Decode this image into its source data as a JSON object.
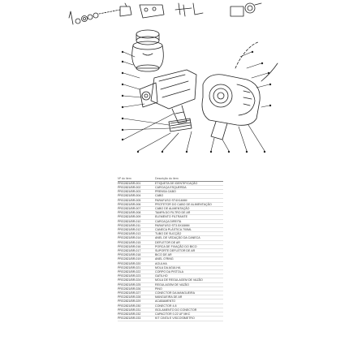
{
  "table": {
    "headers": {
      "code": "Nº do item",
      "description": "Descrição do item"
    },
    "rows": [
      {
        "code": "PRG2821/BR-001",
        "description": "ETIQUETA DE IDENTIFICAÇÃO"
      },
      {
        "code": "PRG2821/BR-002",
        "description": "CARCAÇA ESQUERDA"
      },
      {
        "code": "PRG2821/BR-003",
        "description": "PRENSA CABO"
      },
      {
        "code": "PRG2821/BR-004",
        "description": "CABO"
      },
      {
        "code": "PRG2821/BR-005",
        "description": "PARAFUSO ST4X14MM"
      },
      {
        "code": "PRG2821/BR-006",
        "description": "PROTETOR DO CABO DE ALIMENTAÇÃO"
      },
      {
        "code": "PRG2821/BR-007",
        "description": "CABO DE ALIMENTAÇÃO"
      },
      {
        "code": "PRG2821/BR-008",
        "description": "TAMPA DO FILTRO DE AR"
      },
      {
        "code": "PRG2821/BR-009",
        "description": "ELEMENTO FILTRANTE"
      },
      {
        "code": "PRG2821/BR-010",
        "description": "CARCAÇA DIREITA"
      },
      {
        "code": "PRG2821/BR-011",
        "description": "PARAFUSO ST3.5X16MM"
      },
      {
        "code": "PRG2821/BR-012",
        "description": "CANECA PLÁSTICA 700ML"
      },
      {
        "code": "PRG2821/BR-013",
        "description": "TUBO DE SUCÇÃO"
      },
      {
        "code": "PRG2821/BR-014",
        "description": "ANEL DE VEDAÇÃO DA CANECA"
      },
      {
        "code": "PRG2821/BR-015",
        "description": "DEFLETOR DE AR"
      },
      {
        "code": "PRG2821/BR-016",
        "description": "PORCA DE FIXAÇÃO DO BICO"
      },
      {
        "code": "PRG2821/BR-017",
        "description": "SUPORTE DEFLETOR DE AR"
      },
      {
        "code": "PRG2821/BR-018",
        "description": "BICO DE AR"
      },
      {
        "code": "PRG2821/BR-019",
        "description": "ANEL O'RING"
      },
      {
        "code": "PRG2821/BR-020",
        "description": "AGULHA"
      },
      {
        "code": "PRG2821/BR-021",
        "description": "MOLA DA AGULHA"
      },
      {
        "code": "PRG2821/BR-022",
        "description": "CORPO DA PISTOLA"
      },
      {
        "code": "PRG2821/BR-023",
        "description": "GATILHO"
      },
      {
        "code": "PRG2821/BR-024",
        "description": "MOLA DE REGULAGEM DE VAZÃO"
      },
      {
        "code": "PRG2821/BR-025",
        "description": "REGULAGEM DE VAZÃO"
      },
      {
        "code": "PRG2821/BR-026",
        "description": "PINO"
      },
      {
        "code": "PRG2821/BR-027",
        "description": "CONECTOR DA MANGUEIRA"
      },
      {
        "code": "PRG2821/BR-028",
        "description": "MANGUEIRA DE AR"
      },
      {
        "code": "PRG2821/BR-029",
        "description": "ACABAMENTO"
      },
      {
        "code": "PRG2821/BR-030",
        "description": "CONECTOR 4.8"
      },
      {
        "code": "PRG2821/BR-031",
        "description": "ISOLAMENTO DO CONECTOR"
      },
      {
        "code": "PRG2821/BR-032",
        "description": "CAPACITOR 0.22 UF MKC"
      },
      {
        "code": "PRG2821/BR-033",
        "description": "KIT CINTA E VISCOSÍMETRO"
      }
    ]
  }
}
